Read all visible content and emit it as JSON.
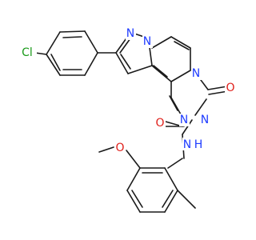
{
  "molecule": {
    "atoms": {
      "cl": "Cl",
      "n_pyrazole_top": "N",
      "n_bridge": "N",
      "n_triazolone": "N",
      "o_carbonyl_ring": "O",
      "n_triazole_lower": "N",
      "n_substituted": "N",
      "o_amide": "O",
      "n_amide": "N",
      "h_amide": "H",
      "o_methoxy": "O"
    },
    "colors": {
      "bond": "#1a1a1a",
      "nitrogen": "#1f3cff",
      "oxygen": "#e0201b",
      "chlorine": "#1a9a1a"
    }
  }
}
